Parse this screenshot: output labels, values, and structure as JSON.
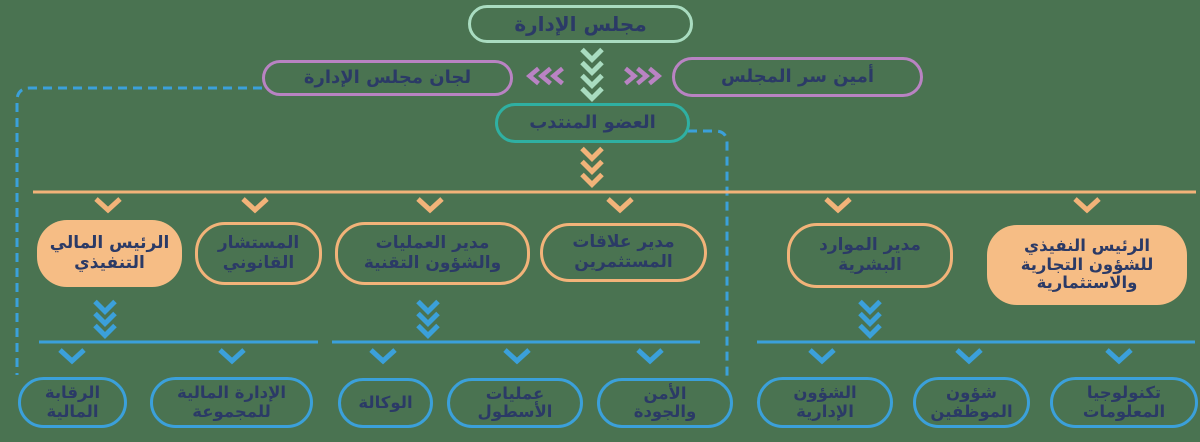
{
  "colors": {
    "bg": "#4a7351",
    "navy": "#2b3a66",
    "mint": "#a9dcc0",
    "teal": "#2fb0a2",
    "purple": "#b983c3",
    "orange": "#f2b379",
    "orangeFill": "#f6bd85",
    "blue": "#3ba0da"
  },
  "nodes": {
    "board": {
      "label": "مجلس الإدارة"
    },
    "committees": {
      "label": "لجان مجلس الإدارة"
    },
    "secretary": {
      "label": "أمين سر المجلس"
    },
    "managing_director": {
      "label": "العضو المنتدب"
    },
    "cfo": {
      "label": "الرئيس المالي\nالتنفيذي"
    },
    "legal_advisor": {
      "label": "المستشار\nالقانوني"
    },
    "operations_technical": {
      "label": "مدير العمليات\nوالشؤون التقنية"
    },
    "investor_relations": {
      "label": "مدير علاقات\nالمستثمرين"
    },
    "human_resources": {
      "label": "مدير الموارد\nالبشرية"
    },
    "commercial_investment": {
      "label": "الرئيس النفيذي\nللشؤون التجارية\nوالاستثمارية"
    },
    "financial_control": {
      "label": "الرقابة\nالمالية"
    },
    "group_finance": {
      "label": "الإدارة المالية\nللمجموعة"
    },
    "agency": {
      "label": "الوكالة"
    },
    "fleet_operations": {
      "label": "عمليات\nالأسطول"
    },
    "security_quality": {
      "label": "الأمن\nوالجودة"
    },
    "admin_affairs": {
      "label": "الشؤون\nالإدارية"
    },
    "employee_affairs": {
      "label": "شؤون\nالموظفين"
    },
    "information_technology": {
      "label": "تكنولوجيا\nالمعلومات"
    }
  }
}
